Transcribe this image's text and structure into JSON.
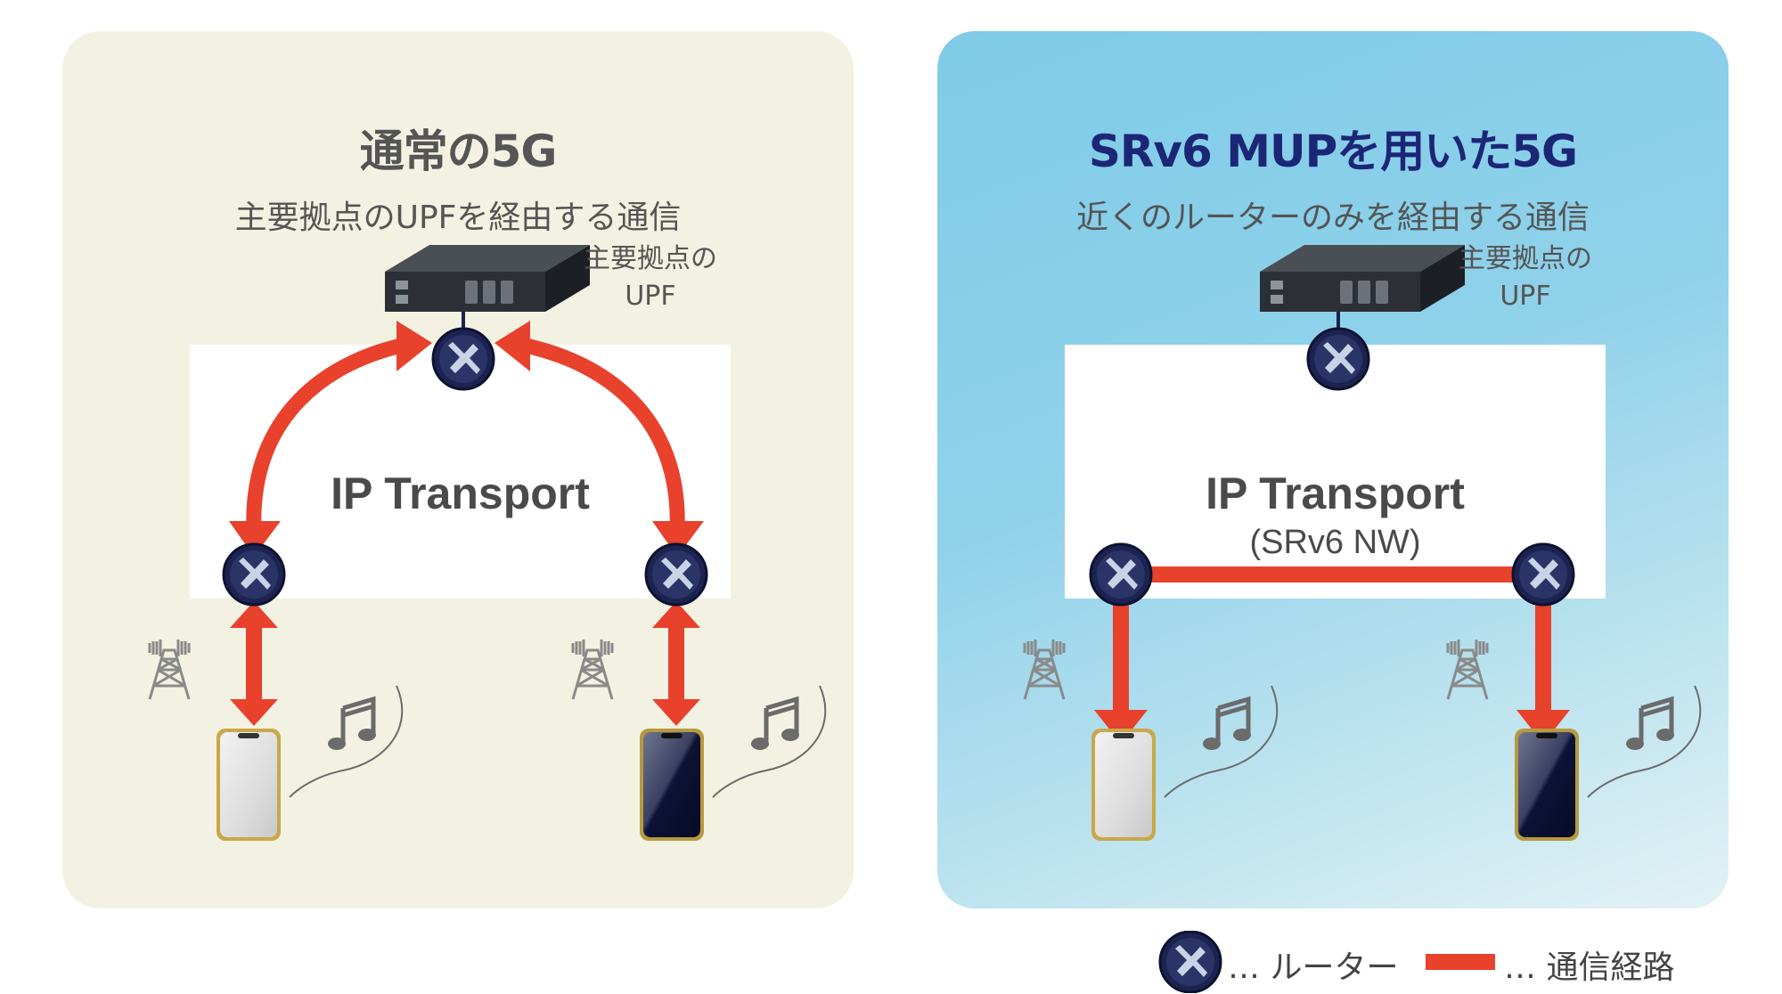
{
  "left_panel": {
    "title": "通常の5G",
    "subtitle": "主要拠点のUPFを経由する通信",
    "upf_label_line1": "主要拠点の",
    "upf_label_line2": "UPF",
    "transport_label": "IP Transport"
  },
  "right_panel": {
    "title": "SRv6 MUPを用いた5G",
    "subtitle": "近くのルーターのみを経由する通信",
    "upf_label_line1": "主要拠点の",
    "upf_label_line2": "UPF",
    "transport_label": "IP Transport",
    "transport_sublabel": "(SRv6 NW)"
  },
  "legend": {
    "router_text": "… ルーター",
    "path_text": "… 通信経路"
  },
  "icons": [
    "server-icon",
    "router-icon",
    "cell-tower-icon",
    "smartphone-icon",
    "music-note-icon"
  ],
  "colors": {
    "left_bg": "#f3f2e2",
    "right_bg": "#7ecbe8",
    "path_red": "#e8412c",
    "router_navy": "#1c2350",
    "title_navy": "#1c2677"
  }
}
